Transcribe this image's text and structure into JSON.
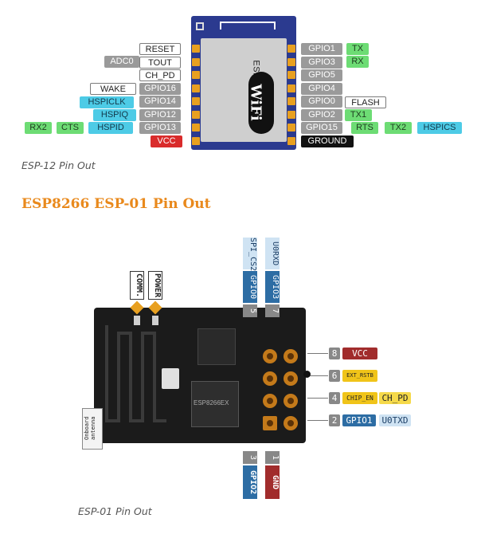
{
  "esp12": {
    "module_text": "ESP8266MOD",
    "wifi_logo": "WiFi",
    "caption": "ESP-12 Pin Out",
    "left_pins": [
      "RESET",
      "TOUT",
      "CH_PD",
      "GPIO16",
      "GPIO14",
      "GPIO12",
      "GPIO13",
      "VCC"
    ],
    "left_extra": {
      "adc": "ADC0",
      "wake": "WAKE",
      "hspiclk": "HSPICLK",
      "hspiq": "HSPIQ",
      "hspid": "HSPID",
      "cts": "CTS",
      "rx2": "RX2"
    },
    "right_pins": [
      "GPIO1",
      "GPIO3",
      "GPIO5",
      "GPIO4",
      "GPIO0",
      "GPIO2",
      "GPIO15",
      "GROUND"
    ],
    "right_extra": {
      "tx": "TX",
      "rx": "RX",
      "flash": "FLASH",
      "tx1": "TX1",
      "rts": "RTS",
      "tx2": "TX2",
      "hspics": "HSPICS"
    }
  },
  "esp01": {
    "heading": "ESP8266 ESP-01 Pin Out",
    "caption": "ESP-01 Pin Out",
    "comm": "COMM.",
    "power": "POWER",
    "antenna": "Onboard antenna",
    "chip_text": "ESP8266EX",
    "top": [
      {
        "num": "5",
        "gpio": "GPIO0",
        "func": "SPI_CS2"
      },
      {
        "num": "7",
        "gpio": "GPIO3",
        "func": "U0RXD"
      }
    ],
    "bottom": [
      {
        "num": "3",
        "gpio": "GPIO2"
      },
      {
        "num": "1",
        "gpio": "GND"
      }
    ],
    "right": [
      {
        "num": "8",
        "name": "VCC",
        "extra": ""
      },
      {
        "num": "6",
        "name": "EXT_RSTB",
        "extra": ""
      },
      {
        "num": "4",
        "name": "CHIP_EN",
        "extra": "CH_PD"
      },
      {
        "num": "2",
        "name": "GPIO1",
        "extra": "U0TXD"
      }
    ]
  },
  "colors": {
    "accent": "#e9891c",
    "module_blue": "#2b3a8f",
    "pin_orange": "#e8a020",
    "board_black": "#1b1b1b",
    "label_blue": "#2d6da4"
  }
}
